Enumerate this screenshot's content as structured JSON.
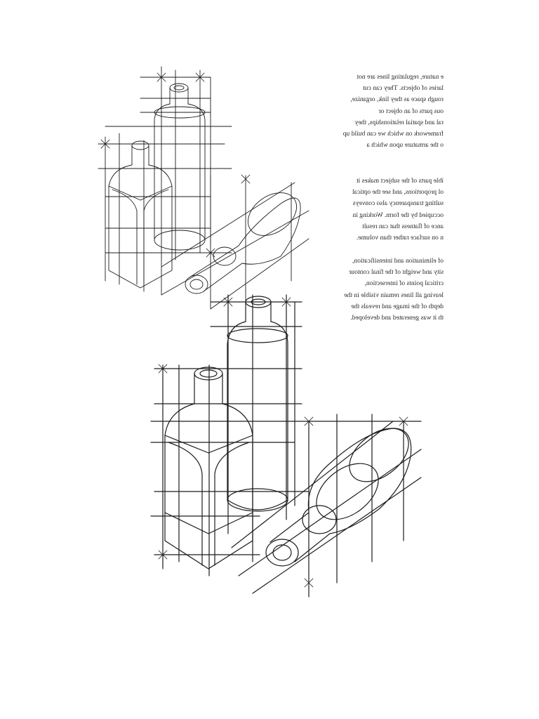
{
  "illustration": {
    "subject": "Construction drawing of bottles with regulating lines",
    "stroke_color": "#1c1c1c"
  },
  "text_column": {
    "paragraphs": [
      [
        "e nature, regulating lines are not",
        "laries of objects. They can cut",
        "rough space as they link, organize,",
        "ous parts of an object or",
        "ral and spatial relationships, they",
        "framework on which we can build up",
        "o the armature upon which a"
      ],
      [
        "ible parts of the subject makes it",
        "ol proportions, and see the optical",
        "sulting transparency also conveys",
        "occupied by the form. Working in",
        "ance of flatness that can result",
        "n on surface rather than volume."
      ],
      [
        "of elimination and intensification,",
        "sity and weight of the final contour",
        "critical points of intersection,",
        "leaving all lines remain visible in the",
        "depth of the image and reveals the",
        "th it was generated and developed."
      ]
    ]
  }
}
